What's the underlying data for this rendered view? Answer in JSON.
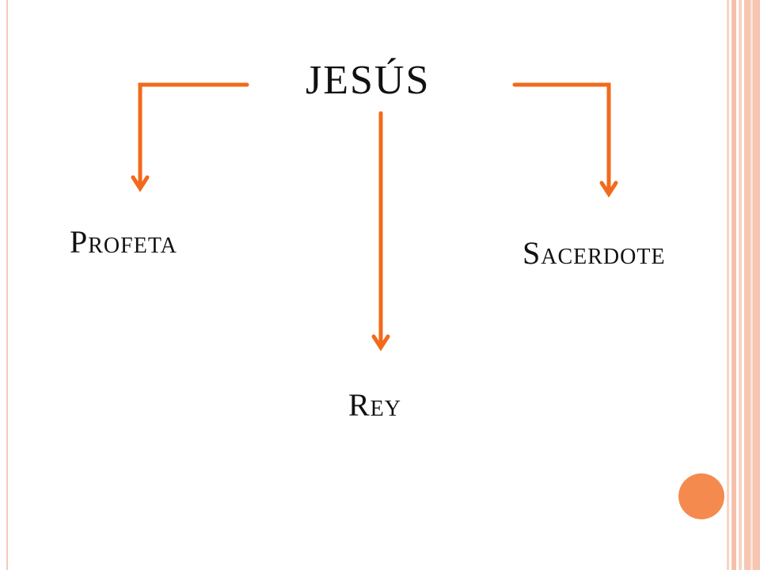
{
  "slide": {
    "title": "JESÚS",
    "nodes": [
      {
        "label": "Profeta"
      },
      {
        "label": "Rey"
      },
      {
        "label": "Sacerdote"
      }
    ]
  },
  "colors": {
    "arrow": "#f26a1b",
    "accent_circle": "#f58a4e",
    "border": "#f6c6b1"
  }
}
